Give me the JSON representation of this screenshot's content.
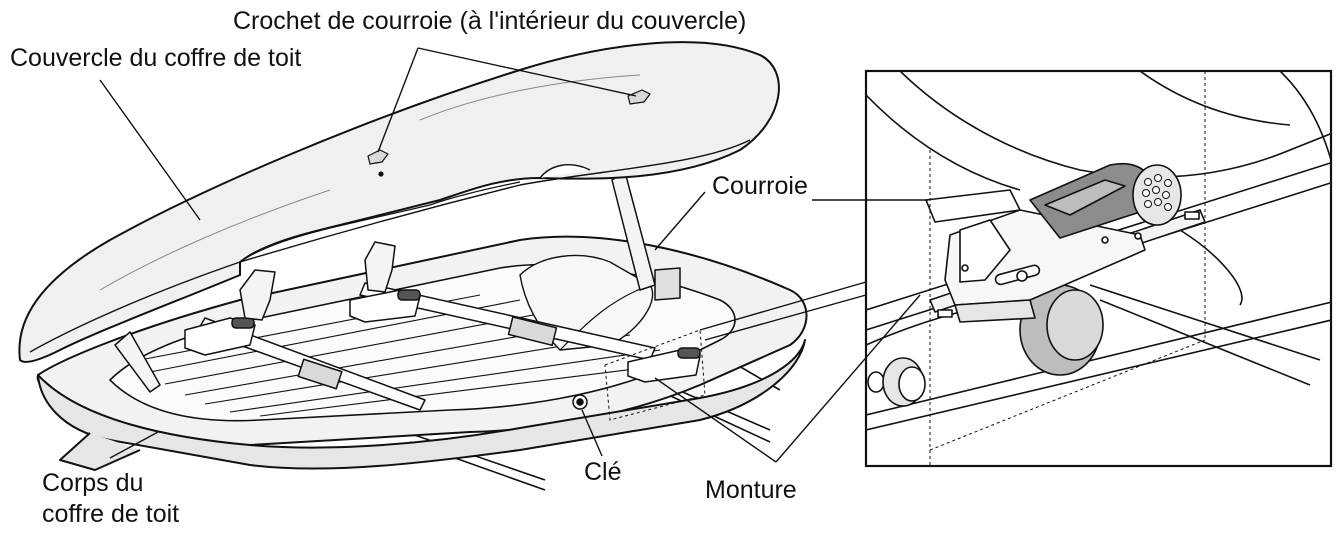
{
  "labels": {
    "strap_hook": "Crochet de courroie (à l'intérieur du couvercle)",
    "lid": "Couvercle du coffre de toit",
    "strap": "Courroie",
    "body_line1": "Corps du",
    "body_line2": "coffre de toit",
    "key": "Clé",
    "mount": "Monture"
  },
  "colors": {
    "stroke": "#111111",
    "fill_light": "#f2f2f2",
    "fill_shade": "#d9d9d9",
    "fill_dark": "#8c8c8c"
  }
}
